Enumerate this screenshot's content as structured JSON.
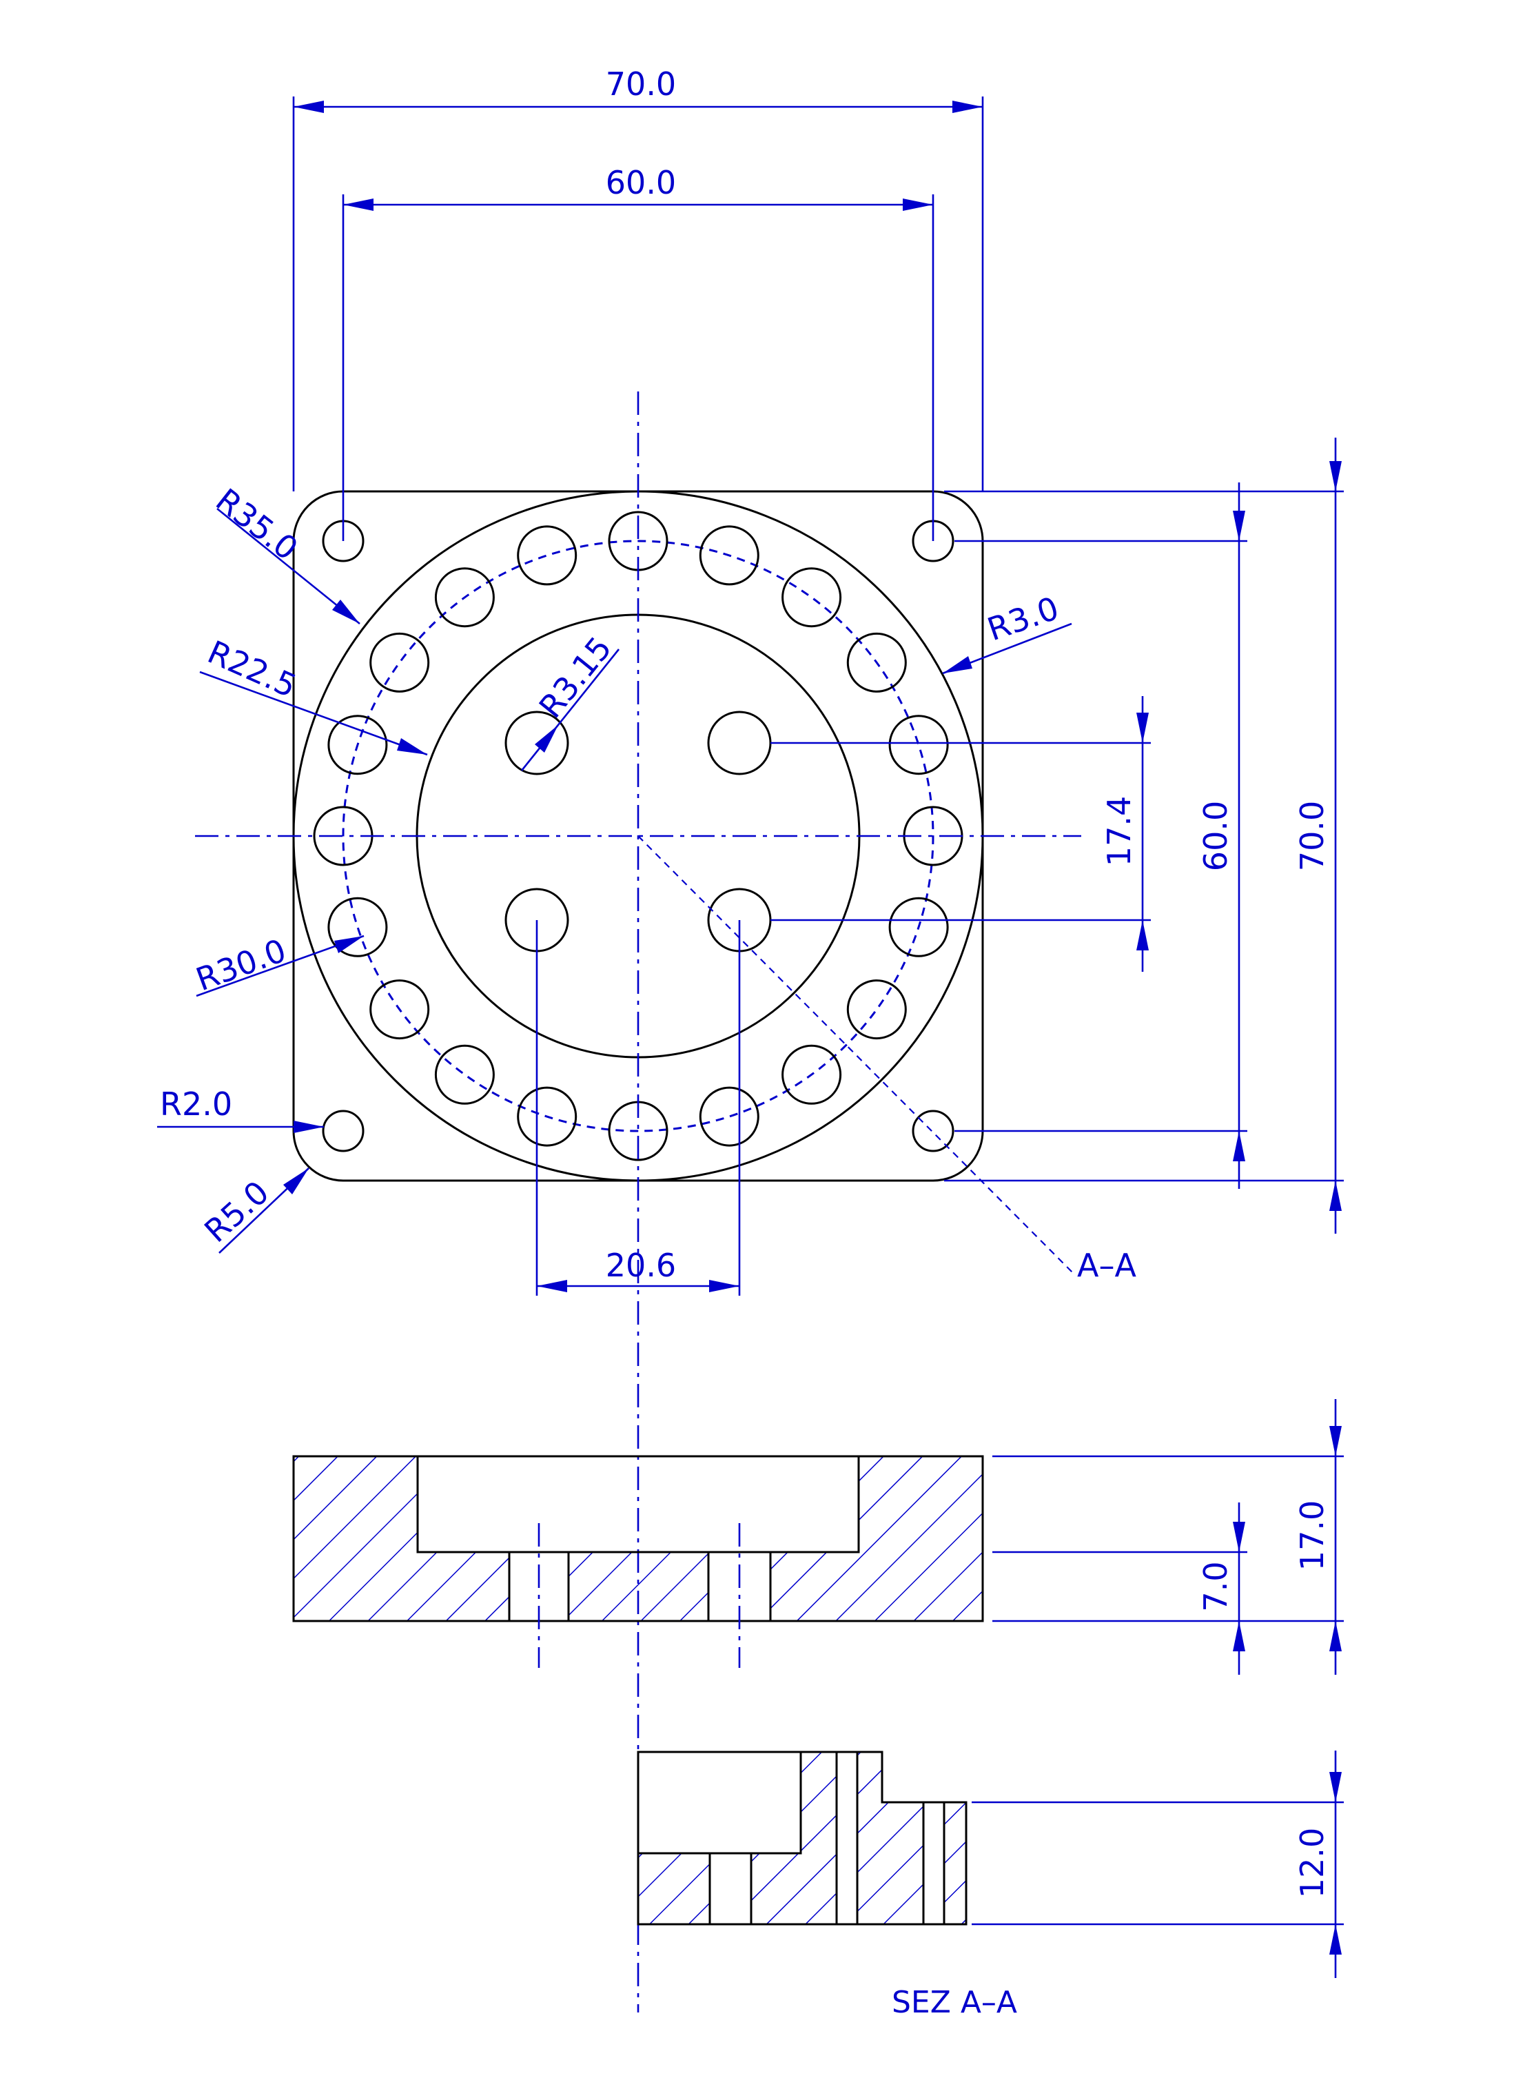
{
  "colors": {
    "outline": "#000000",
    "dimension": "#0000cc",
    "hatch": "#0000cc"
  },
  "labels": {
    "width_overall": "70.0",
    "hole_spacing_horizontal": "60.0",
    "r_outer_circle": "R35.0",
    "r_inner_circle": "R22.5",
    "r_bolt_circle": "R30.0",
    "r_corner_hole": "R2.0",
    "r_corner_fillet": "R5.0",
    "r_bolt_hole": "R3.0",
    "r_inner_hole": "R3.15",
    "inner_hole_spacing_vertical": "17.4",
    "hole_spacing_vertical": "60.0",
    "height_overall": "70.0",
    "inner_hole_spacing_horizontal": "20.6",
    "section_marker": "A–A",
    "section_depth": "17.0",
    "section_step": "7.0",
    "partial_section_depth": "12.0",
    "section_title": "SEZ A–A"
  }
}
